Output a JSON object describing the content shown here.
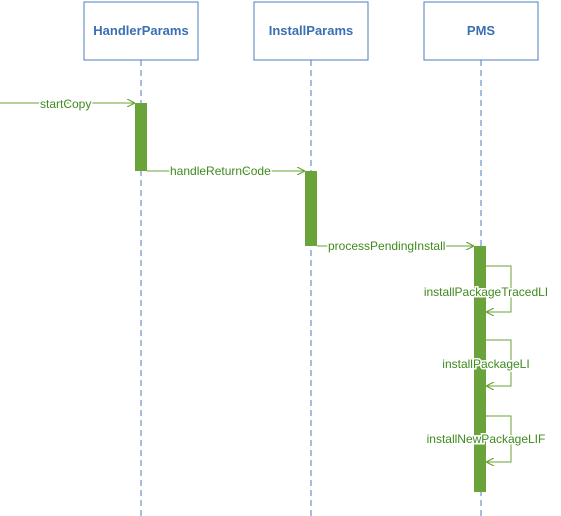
{
  "colors": {
    "participant_border": "#4f7fbf",
    "participant_text": "#3a6fb3",
    "lifeline": "#4f7fbf",
    "activation": "#6aa33a",
    "arrow": "#6aa33a",
    "message_text": "#3f8a1e"
  },
  "participants": [
    {
      "id": "handler",
      "label": "HandlerParams"
    },
    {
      "id": "install",
      "label": "InstallParams"
    },
    {
      "id": "pms",
      "label": "PMS"
    }
  ],
  "messages": [
    {
      "id": "startCopy",
      "label": "startCopy",
      "from": "external",
      "to": "handler"
    },
    {
      "id": "handleReturnCode",
      "label": "handleReturnCode",
      "from": "handler",
      "to": "install"
    },
    {
      "id": "processPendingInstall",
      "label": "processPendingInstall",
      "from": "install",
      "to": "pms"
    },
    {
      "id": "installPackageTracedLI",
      "label": "installPackageTracedLI",
      "from": "pms",
      "to": "pms"
    },
    {
      "id": "installPackageLI",
      "label": "installPackageLI",
      "from": "pms",
      "to": "pms"
    },
    {
      "id": "installNewPackageLIF",
      "label": "installNewPackageLIF",
      "from": "pms",
      "to": "pms"
    }
  ]
}
